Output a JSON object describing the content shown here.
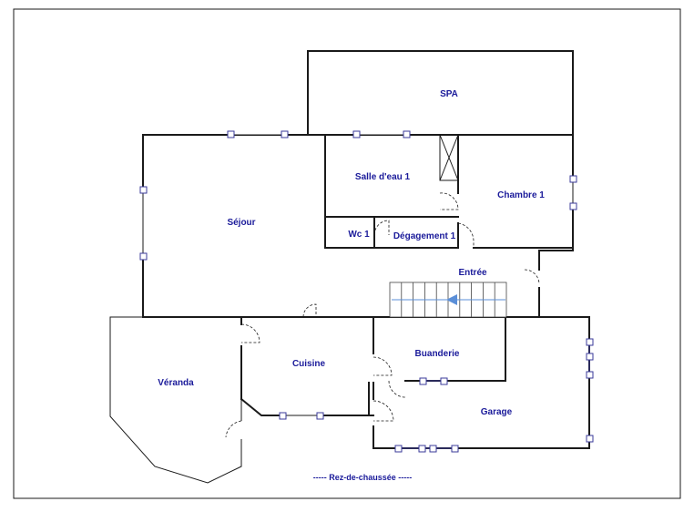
{
  "plan": {
    "rooms": {
      "spa": "SPA",
      "salle_eau": "Salle d'eau 1",
      "chambre": "Chambre 1",
      "sejour": "Séjour",
      "wc": "Wc 1",
      "degagement": "Dégagement 1",
      "entree": "Entrée",
      "cuisine": "Cuisine",
      "buanderie": "Buanderie",
      "veranda": "Véranda",
      "garage": "Garage"
    },
    "caption": "----- Rez-de-chaussée -----",
    "colors": {
      "label": "#1a1a9a",
      "wall": "#1a1a1a",
      "window": "#3a3a9a",
      "stair_arrow": "#5b8fd8"
    }
  }
}
